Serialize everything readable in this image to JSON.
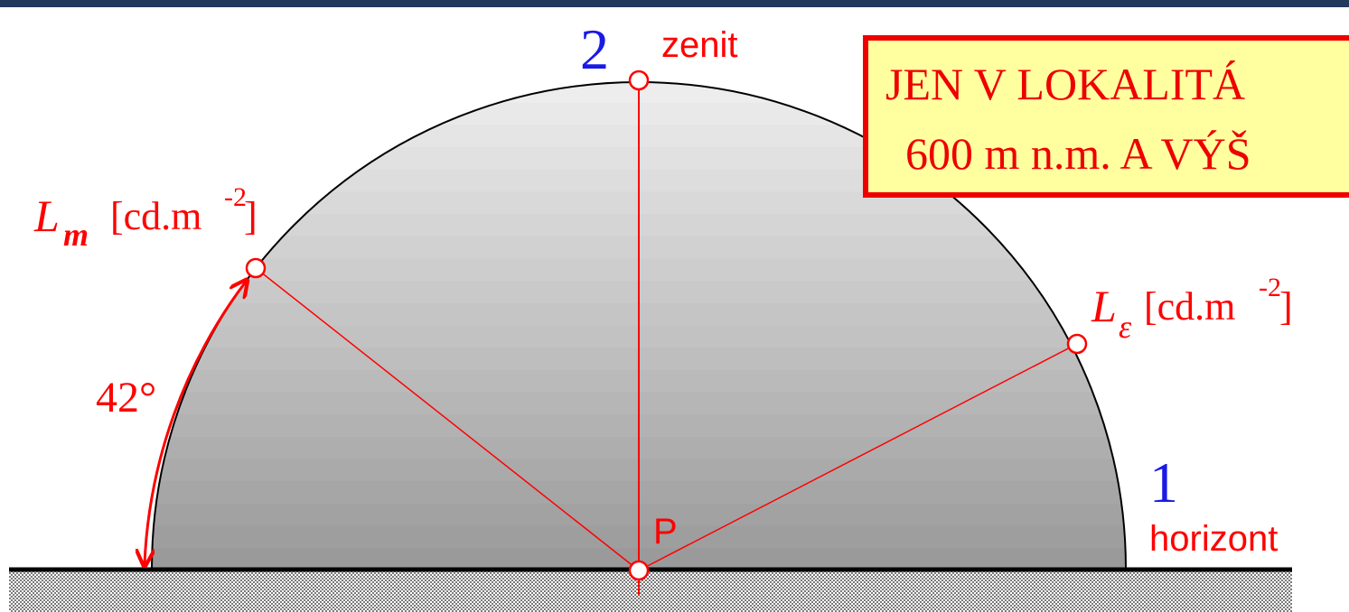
{
  "labels": {
    "zenith_number": "2",
    "zenith": "zenit",
    "horizon_number": "1",
    "horizon": "horizont",
    "point": "P",
    "angle": "42°"
  },
  "luminance_left": {
    "symbol": "L",
    "subscript": "m",
    "unit_open": "[cd.m",
    "exponent": "-2",
    "unit_close": "]"
  },
  "luminance_right": {
    "symbol": "L",
    "subscript": "ε",
    "unit_open": "[cd.m",
    "exponent": "-2",
    "unit_close": "]"
  },
  "notice": {
    "line1": "JEN V LOKALITÁ",
    "line2": "600 m n.m. A VÝŠ"
  },
  "colors": {
    "header_bar": "#22385c",
    "accent_red": "#ff0000",
    "number_blue": "#1a1ae6",
    "notice_fill": "#ffffa0",
    "notice_border": "#ee0000",
    "sky_top": "#ededed",
    "sky_bottom": "#9a9a9a"
  }
}
